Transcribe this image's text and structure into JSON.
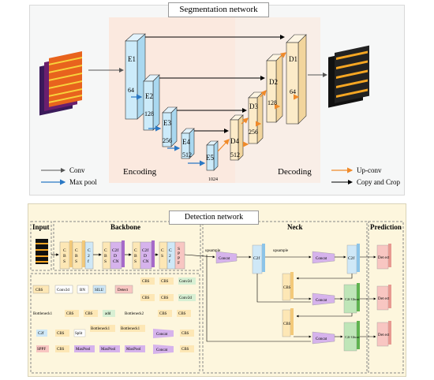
{
  "segmentation": {
    "title": "Segmentation network",
    "encoder_blocks": [
      "E1",
      "E2",
      "E3",
      "E4",
      "E5"
    ],
    "encoder_channels": [
      "64",
      "128",
      "256",
      "512",
      "1024"
    ],
    "decoder_blocks": [
      "D1",
      "D2",
      "D3",
      "D4"
    ],
    "decoder_channels": [
      "64",
      "128",
      "256",
      "512"
    ],
    "encoding_label": "Encoding",
    "decoding_label": "Decoding",
    "legend": {
      "conv": "Conv",
      "max_pool": "Max pool",
      "up_conv": "Up-conv",
      "copy_crop": "Copy and Crop"
    }
  },
  "detection": {
    "title": "Detection network",
    "sections": {
      "input": "Input",
      "backbone": "Backbone",
      "neck": "Neck",
      "prediction": "Prediction"
    },
    "upsample": "upsample",
    "concat": "Concat",
    "c2f": "C2f",
    "cbs": "CBS",
    "c2f_ghost": "C2f Ghost",
    "detect": "Det ect",
    "legend_rows": {
      "cbs": [
        "CBS",
        "Conv2d",
        "BN",
        "SILU"
      ],
      "detect": [
        "Detect",
        "CBS",
        "CBS",
        "Conv2d",
        "CBS",
        "CBS",
        "Conv2d"
      ],
      "bottleneck1": [
        "Bottleneck1",
        "CBS",
        "CBS",
        "add"
      ],
      "bottleneck2": [
        "Bottleneck2",
        "CBS",
        "CBS"
      ],
      "c2f": [
        "C2f",
        "CBS",
        "Split",
        "Bottleneck1",
        "Bottleneck1",
        "Concat",
        "CBS"
      ],
      "sppf": [
        "SPPF",
        "CBS",
        "MaxPool",
        "MaxPool",
        "MaxPool",
        "Concat",
        "CBS"
      ]
    },
    "backbone_labels": {
      "cbs": "C B S",
      "c2f_dcn": "C2f D CN",
      "c2f": "C 2 f",
      "sppf": "S P P F"
    }
  },
  "colors": {
    "encoder_fill": "#ccebfa",
    "decoder_fill": "#fcebc8",
    "orange_arrow": "#f08a2a",
    "blue_arrow": "#2a78c4"
  }
}
